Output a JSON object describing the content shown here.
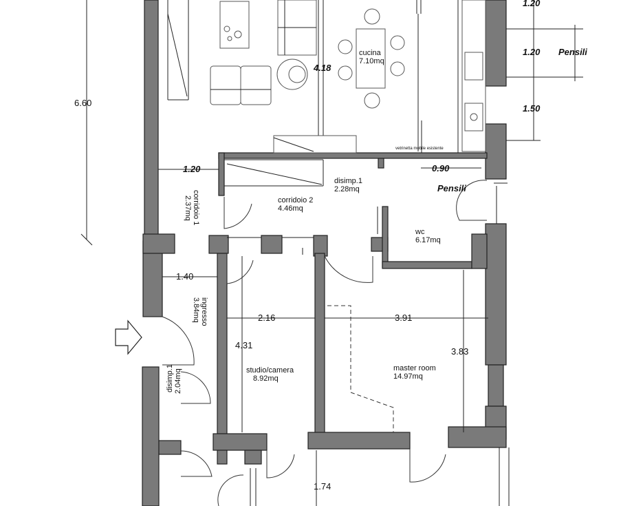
{
  "plan": {
    "rooms": {
      "cucina": {
        "name": "cucina",
        "area": "7.10mq"
      },
      "disimp1_top": {
        "name": "disimp.1",
        "area": "2.28mq"
      },
      "corridoio2": {
        "name": "corridoio 2",
        "area": "4.46mq"
      },
      "corridoio1": {
        "name": "corridoio 1",
        "area": "2.37mq"
      },
      "wc": {
        "name": "wc",
        "area": "6.17mq"
      },
      "ingresso": {
        "name": "ingresso",
        "area": "3.84mq"
      },
      "studio": {
        "name": "studio/camera",
        "area": "8.92mq"
      },
      "master": {
        "name": "master room",
        "area": "14.97mq"
      },
      "disimp1_bottom": {
        "name": "disimp.1",
        "area": "2.04mq"
      }
    },
    "dimensions": {
      "d_660": "6.60",
      "d_418": "4.18",
      "d_120_left": "1.20",
      "d_140": "1.40",
      "d_216": "2.16",
      "d_391": "3.91",
      "d_383": "3.83",
      "d_431": "4.31",
      "d_174": "1.74",
      "d_090": "0.90",
      "d_120_a": "1.20",
      "d_120_b": "1.20",
      "d_150": "1.50"
    },
    "notes": {
      "pensili_right": "Pensili",
      "pensili_mid": "Pensili",
      "vetrinetta": "vetrinetta mobile esistente"
    }
  }
}
